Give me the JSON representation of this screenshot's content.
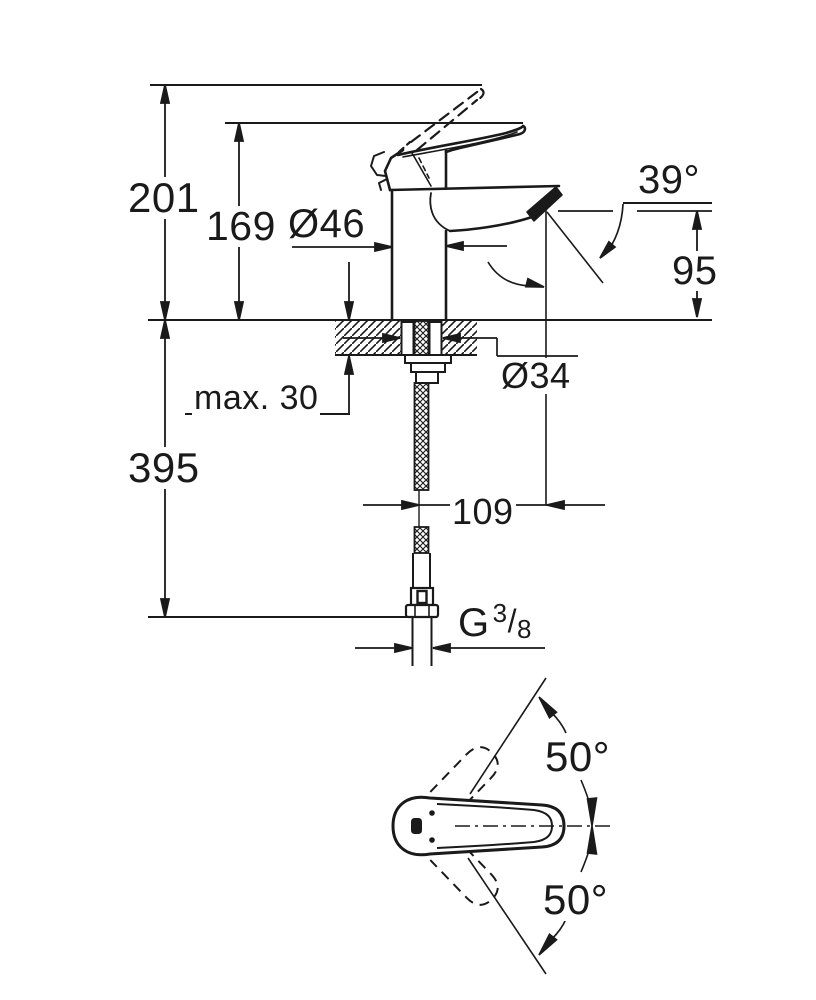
{
  "drawing": {
    "type": "faucet-installation-dimension-drawing",
    "background_color": "#ffffff",
    "line_color": "#1a1a1a"
  },
  "labels": {
    "overall_height": "201",
    "body_height": "169",
    "body_diameter": "Ø46",
    "aerator_angle": "39°",
    "spout_height": "95",
    "deck_thickness": "max. 30",
    "hole_diameter": "Ø34",
    "hose_drop": "395",
    "spout_reach": "109",
    "thread_prefix": "G",
    "thread_numerator": "3",
    "thread_slash": "/",
    "thread_denominator": "8",
    "handle_swing_upper": "50°",
    "handle_swing_lower": "50°"
  }
}
